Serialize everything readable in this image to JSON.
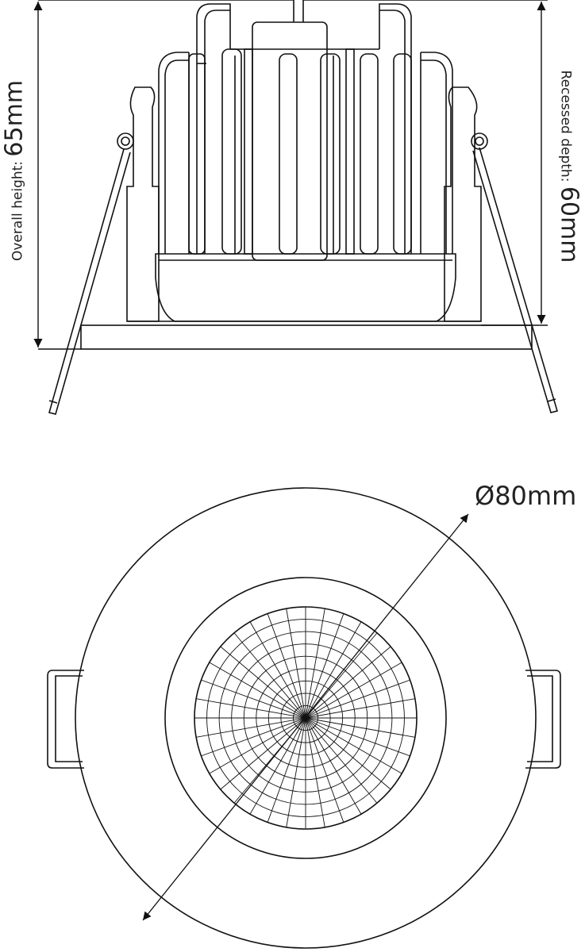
{
  "dimensions": {
    "overall_height": {
      "prefix": "Overall height: ",
      "value": "65mm"
    },
    "recessed_depth": {
      "prefix": "Recessed depth: ",
      "value": "60mm"
    },
    "diameter": {
      "value": "Ø80mm"
    }
  },
  "colors": {
    "line": "#111111",
    "background": "#ffffff"
  },
  "plan_view": {
    "radial_divisions": 36,
    "ring_count": 9
  }
}
